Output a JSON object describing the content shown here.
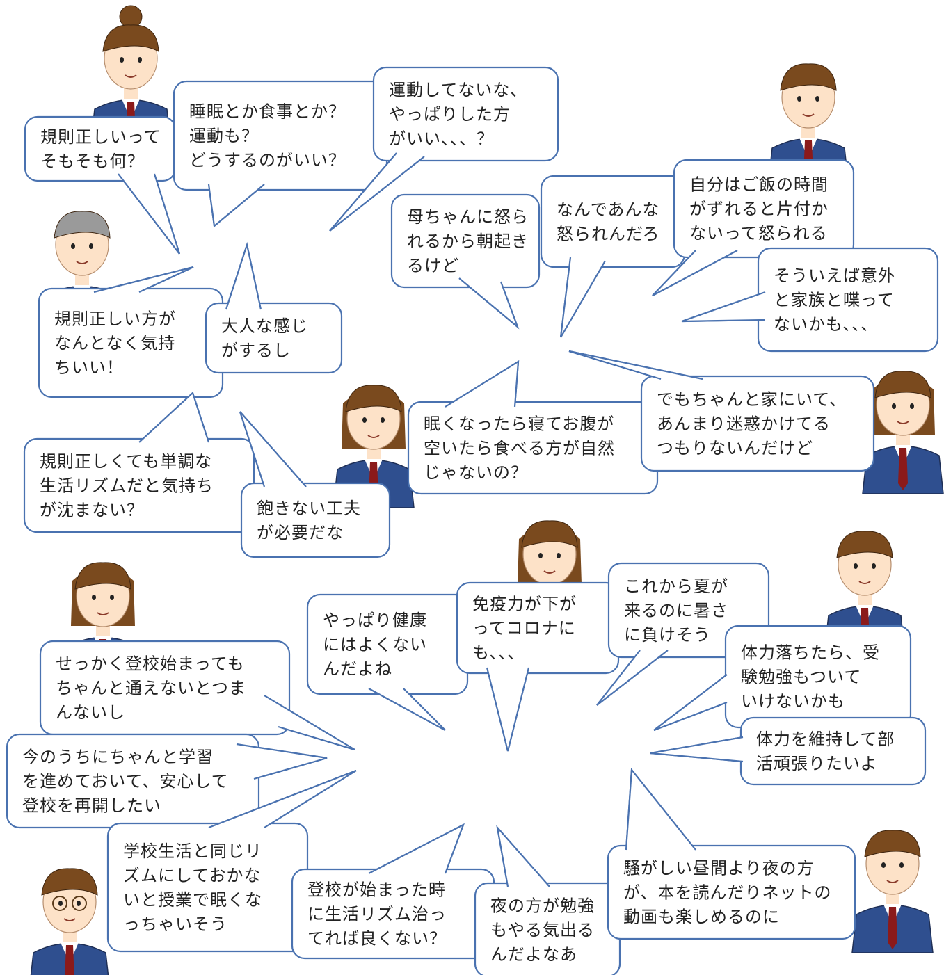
{
  "colors": {
    "bubble_border": "#4a72b0",
    "bubble_fill": "#ffffff",
    "text": "#222222",
    "uniform": "#2f4f8f",
    "tie": "#8b1a1a",
    "hair": "#7a4a1e",
    "skin": "#fde2c8"
  },
  "characters": [
    {
      "name": "girl-bun",
      "icon": "student-girl-icon"
    },
    {
      "name": "boy-worried",
      "icon": "student-boy-icon"
    },
    {
      "name": "man-gray",
      "icon": "teacher-man-icon"
    },
    {
      "name": "girl-waving",
      "icon": "student-girl-icon"
    },
    {
      "name": "girl-smiling",
      "icon": "student-girl-icon"
    },
    {
      "name": "girl-ponytail",
      "icon": "student-girl-icon"
    },
    {
      "name": "boy-scratching",
      "icon": "student-boy-icon"
    },
    {
      "name": "girl-braids",
      "icon": "student-girl-icon"
    },
    {
      "name": "boy-glasses",
      "icon": "student-boy-icon"
    },
    {
      "name": "boy-thinking",
      "icon": "student-boy-icon"
    }
  ],
  "bubbles": [
    {
      "lines": [
        "規則正しいって",
        "そもそも何？"
      ]
    },
    {
      "lines": [
        "睡眠とか食事とか？",
        "運動も？",
        "どうするのがいい？"
      ]
    },
    {
      "lines": [
        "運動してないな、",
        "やっぱりした方",
        "がいい、、、？"
      ]
    },
    {
      "lines": [
        "母ちゃんに怒ら",
        "れるから朝起き",
        "るけど"
      ]
    },
    {
      "lines": [
        "なんであんな",
        "怒られんだろ"
      ]
    },
    {
      "lines": [
        "自分はご飯の時間",
        "がずれると片付か",
        "ないって怒られる"
      ]
    },
    {
      "lines": [
        "そういえば意外",
        "と家族と喋って",
        "ないかも、、、"
      ]
    },
    {
      "lines": [
        "規則正しい方が",
        "なんとなく気持",
        "ちいい！"
      ]
    },
    {
      "lines": [
        "大人な感じ",
        "がするし"
      ]
    },
    {
      "lines": [
        "眠くなったら寝てお腹が",
        "空いたら食べる方が自然",
        "じゃないの？"
      ]
    },
    {
      "lines": [
        "でもちゃんと家にいて、",
        "あんまり迷惑かけてる",
        "つもりないんだけど"
      ]
    },
    {
      "lines": [
        "規則正しくても単調な",
        "生活リズムだと気持ち",
        "が沈まない？"
      ]
    },
    {
      "lines": [
        "飽きない工夫",
        "が必要だな"
      ]
    },
    {
      "lines": [
        "やっぱり健康",
        "にはよくない",
        "んだよね"
      ]
    },
    {
      "lines": [
        "免疫力が下が",
        "ってコロナに",
        "も、、、"
      ]
    },
    {
      "lines": [
        "これから夏が",
        "来るのに暑さ",
        "に負けそう"
      ]
    },
    {
      "lines": [
        "体力落ちたら、受",
        "験勉強もついて",
        "いけないかも"
      ]
    },
    {
      "lines": [
        "体力を維持して部",
        "活頑張りたいよ"
      ]
    },
    {
      "lines": [
        "せっかく登校始まっても",
        "ちゃんと通えないとつま",
        "んないし"
      ]
    },
    {
      "lines": [
        "今のうちにちゃんと学習",
        "を進めておいて、安心して",
        "登校を再開したい"
      ]
    },
    {
      "lines": [
        "学校生活と同じリ",
        "ズムにしておかな",
        "いと授業で眠くな",
        "っちゃいそう"
      ]
    },
    {
      "lines": [
        "登校が始まった時",
        "に生活リズム治っ",
        "てれば良くない？"
      ]
    },
    {
      "lines": [
        "夜の方が勉強",
        "もやる気出る",
        "んだよなあ"
      ]
    },
    {
      "lines": [
        "騒がしい昼間より夜の方",
        "が、本を読んだりネットの",
        "動画も楽しめるのに"
      ]
    }
  ]
}
